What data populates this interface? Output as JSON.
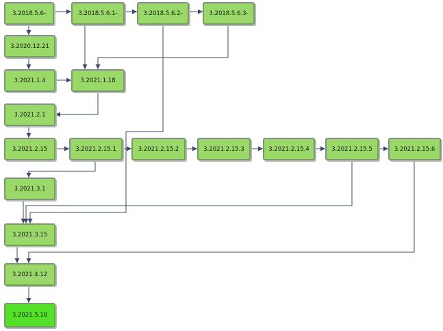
{
  "colors": {
    "node_fill": "#9ad86a",
    "node_current_fill": "#55e02a",
    "node_border": "#7a9a6a",
    "edge": "#3b4a66"
  },
  "nodes": [
    {
      "id": "n1",
      "label": "3.2018.5.6-"
    },
    {
      "id": "n2",
      "label": "3.2018.5.6.1-"
    },
    {
      "id": "n3",
      "label": "3.2018.5.6.2-"
    },
    {
      "id": "n4",
      "label": "3.2018.5.6.3-"
    },
    {
      "id": "n5",
      "label": "3.2020.12.21"
    },
    {
      "id": "n6",
      "label": "3.2021.1.4"
    },
    {
      "id": "n7",
      "label": "3.2021.1.18"
    },
    {
      "id": "n8",
      "label": "3.2021.2.1"
    },
    {
      "id": "n9",
      "label": "3.2021.2.15"
    },
    {
      "id": "n10",
      "label": "3.2021.2.15.1"
    },
    {
      "id": "n11",
      "label": "3.2021.2.15.2"
    },
    {
      "id": "n12",
      "label": "3.2021.2.15.3"
    },
    {
      "id": "n13",
      "label": "3.2021.2.15.4"
    },
    {
      "id": "n14",
      "label": "3.2021.2.15.5"
    },
    {
      "id": "n15",
      "label": "3.2021.2.15.6"
    },
    {
      "id": "n16",
      "label": "3.2021.3.1"
    },
    {
      "id": "n17",
      "label": "3.2021.3.15"
    },
    {
      "id": "n18",
      "label": "3.2021.4.12"
    },
    {
      "id": "n19",
      "label": "3.2021.5.10",
      "current": true
    }
  ],
  "edges": [
    [
      "n1",
      "n2"
    ],
    [
      "n2",
      "n3"
    ],
    [
      "n3",
      "n4"
    ],
    [
      "n1",
      "n5"
    ],
    [
      "n5",
      "n6"
    ],
    [
      "n6",
      "n7"
    ],
    [
      "n2",
      "n7"
    ],
    [
      "n4",
      "n7"
    ],
    [
      "n7",
      "n8"
    ],
    [
      "n8",
      "n9"
    ],
    [
      "n9",
      "n10"
    ],
    [
      "n10",
      "n11"
    ],
    [
      "n11",
      "n12"
    ],
    [
      "n12",
      "n13"
    ],
    [
      "n13",
      "n14"
    ],
    [
      "n14",
      "n15"
    ],
    [
      "n10",
      "n16"
    ],
    [
      "n16",
      "n17"
    ],
    [
      "n3",
      "n17"
    ],
    [
      "n14",
      "n17"
    ],
    [
      "n17",
      "n18"
    ],
    [
      "n15",
      "n18"
    ],
    [
      "n18",
      "n19"
    ]
  ]
}
